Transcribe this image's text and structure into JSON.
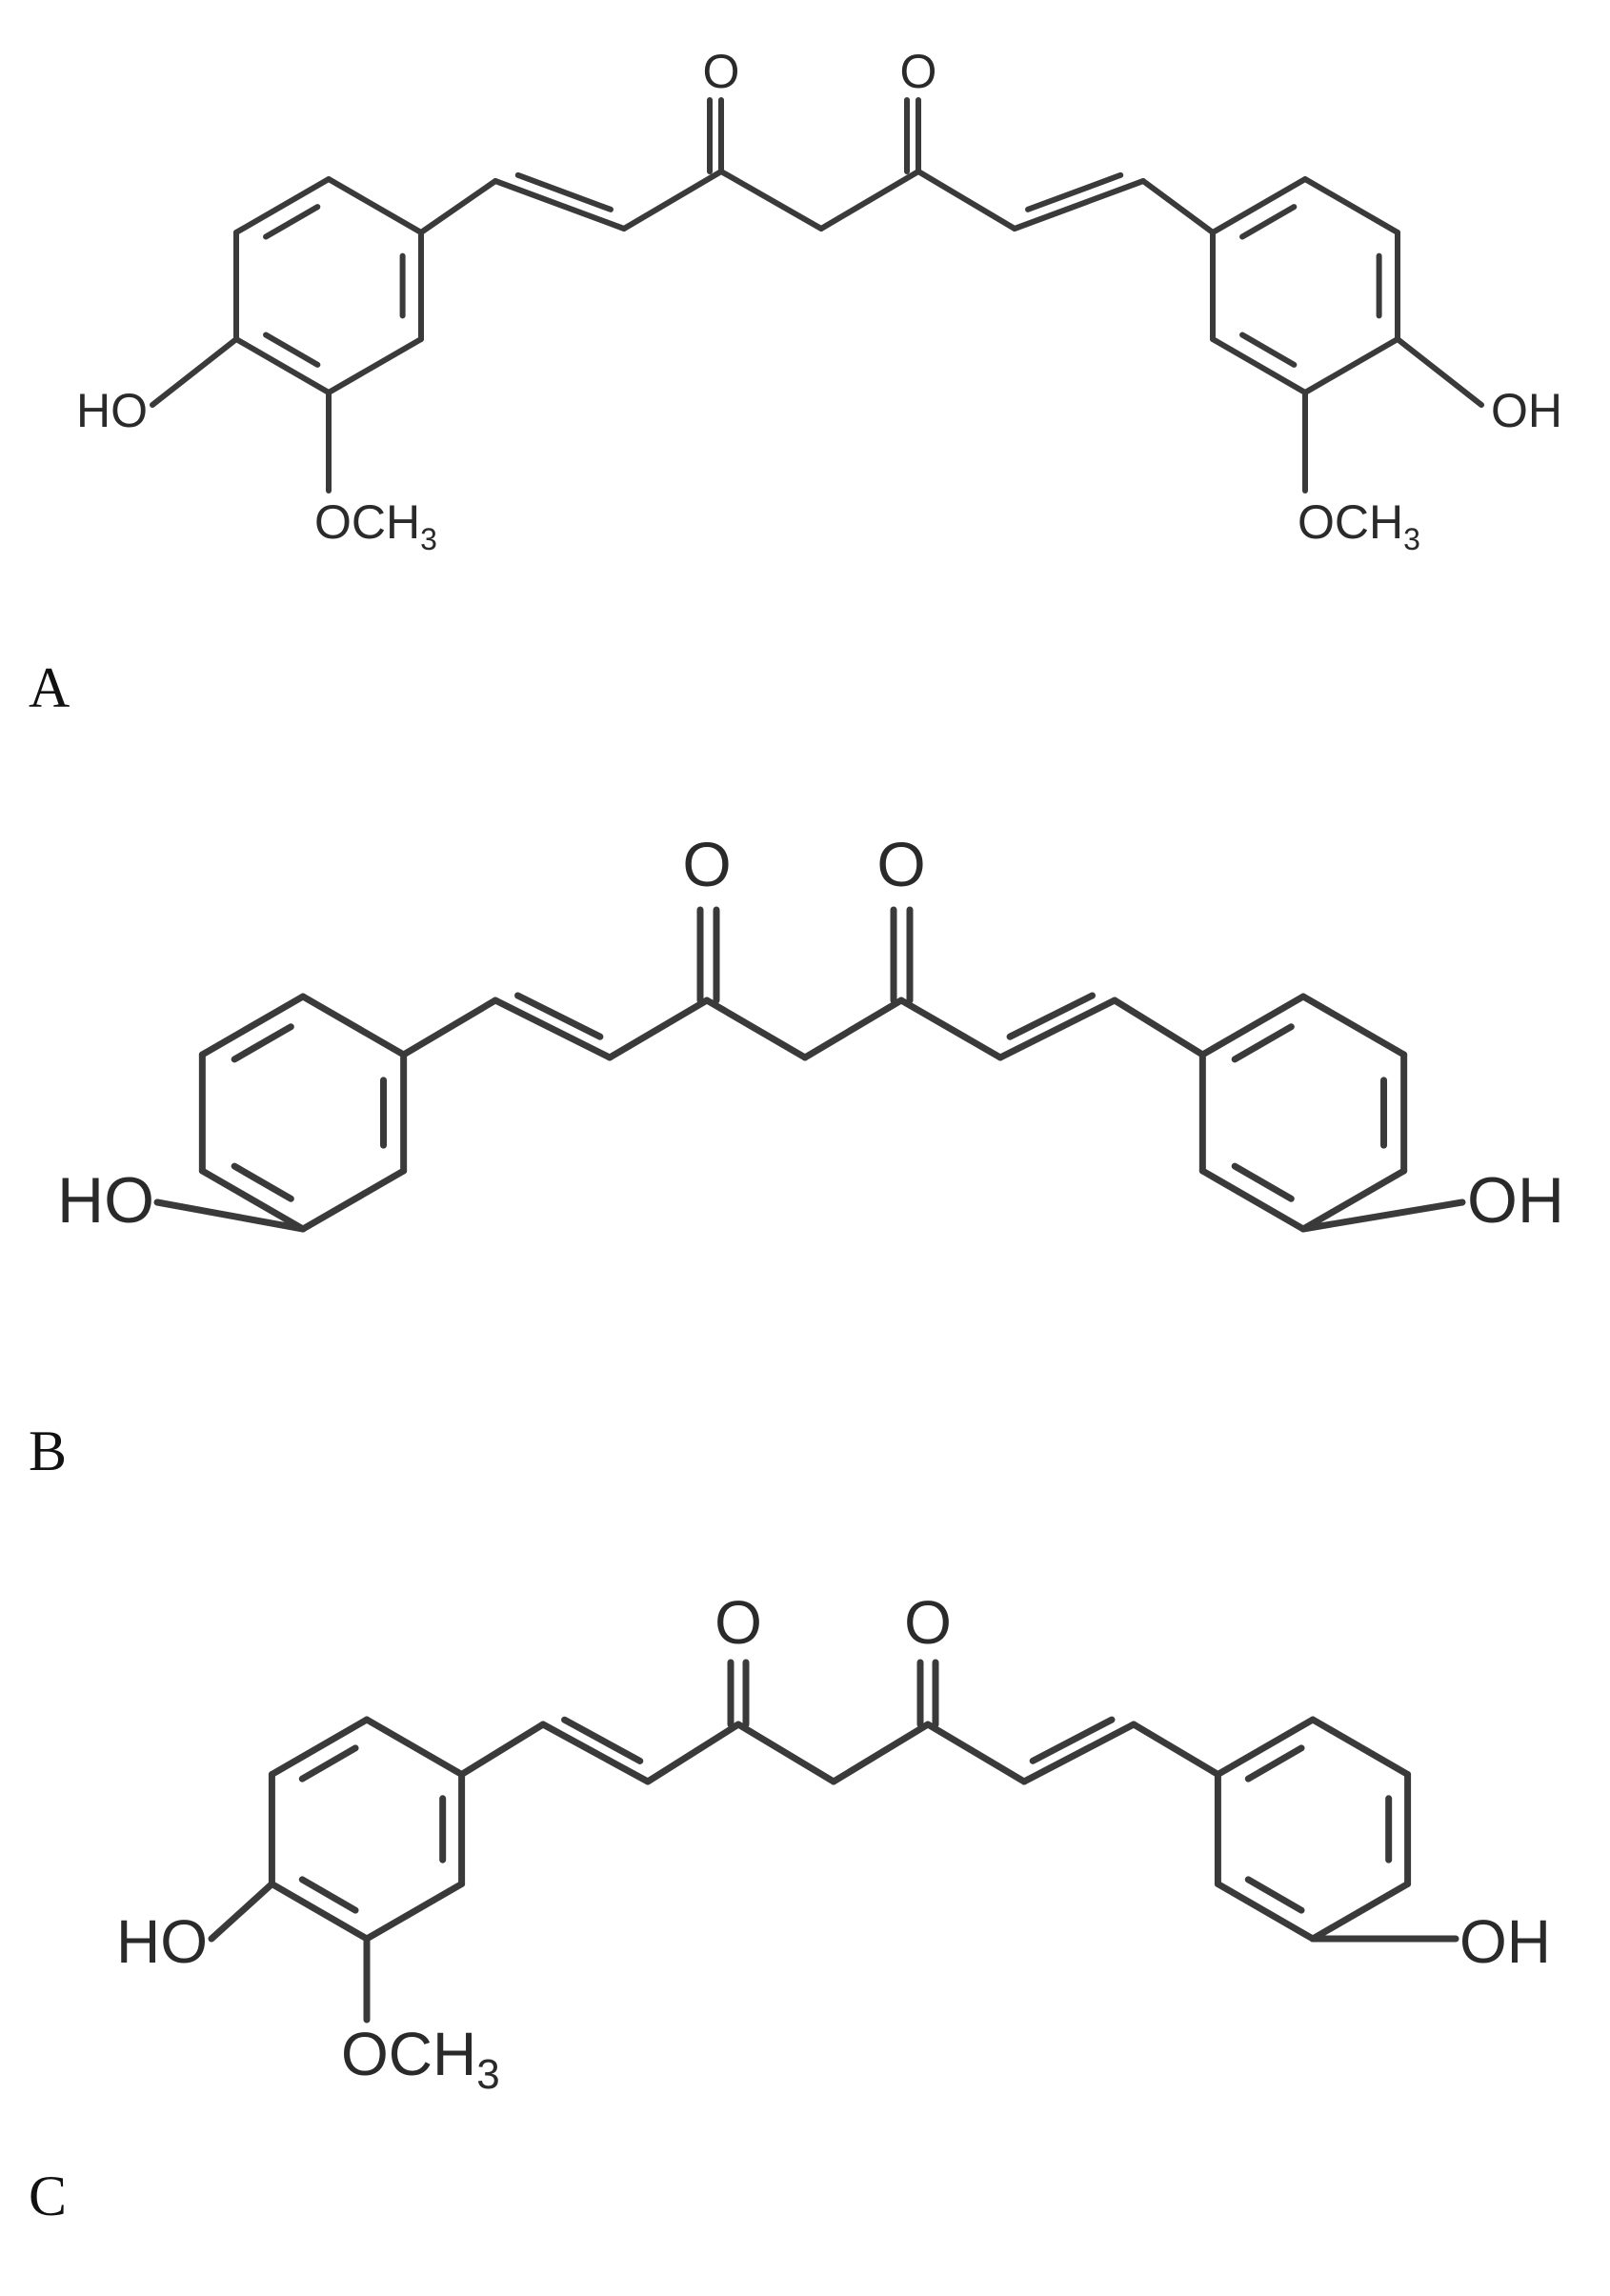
{
  "figure": {
    "panels": [
      {
        "label": "A",
        "atoms": {
          "o_left": "O",
          "o_right": "O",
          "ho": "HO",
          "oh": "OH",
          "och3_left": "OCH",
          "och3_right": "OCH",
          "sub": "3"
        }
      },
      {
        "label": "B",
        "atoms": {
          "o_left": "O",
          "o_right": "O",
          "ho": "HO",
          "oh": "OH"
        }
      },
      {
        "label": "C",
        "atoms": {
          "o_left": "O",
          "o_right": "O",
          "ho": "HO",
          "oh": "OH",
          "och3": "OCH",
          "sub": "3"
        }
      }
    ]
  },
  "colors": {
    "bond": "#3a3a3a",
    "text": "#2a2a2a",
    "background": "#ffffff"
  }
}
